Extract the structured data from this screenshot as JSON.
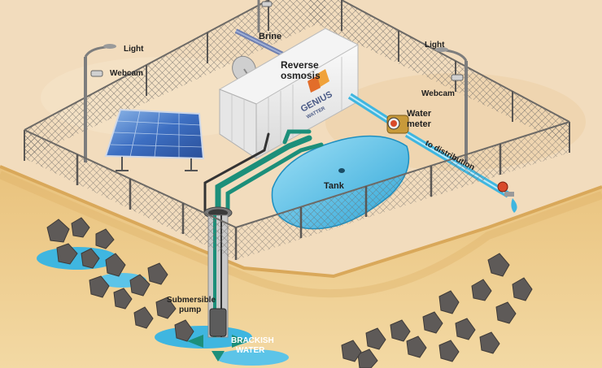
{
  "labels": {
    "light_left": "Light",
    "webcam_left": "Webcam",
    "brine": "Brine",
    "reverse": "Reverse",
    "osmosis": "osmosis",
    "light_right": "Light",
    "webcam_right": "Webcam",
    "water": "Water",
    "meter": "meter",
    "to_distribution": "to distribution",
    "tank": "Tank",
    "submersible": "Submersible",
    "pump": "pump",
    "brackish": "BRACKISH",
    "water_caps": "WATER"
  },
  "brand": {
    "name": "GENIUS",
    "sub": "WATTER"
  },
  "colors": {
    "ground_top": "#f2dcbd",
    "soil_side": "#e8c07a",
    "soil_edge": "#d9a85a",
    "water_blue": "#3fb6e0",
    "water_light": "#8fd8f2",
    "pipe_teal": "#1c8f7a",
    "rock": "#5e5a58",
    "fence": "#6d6a66"
  }
}
